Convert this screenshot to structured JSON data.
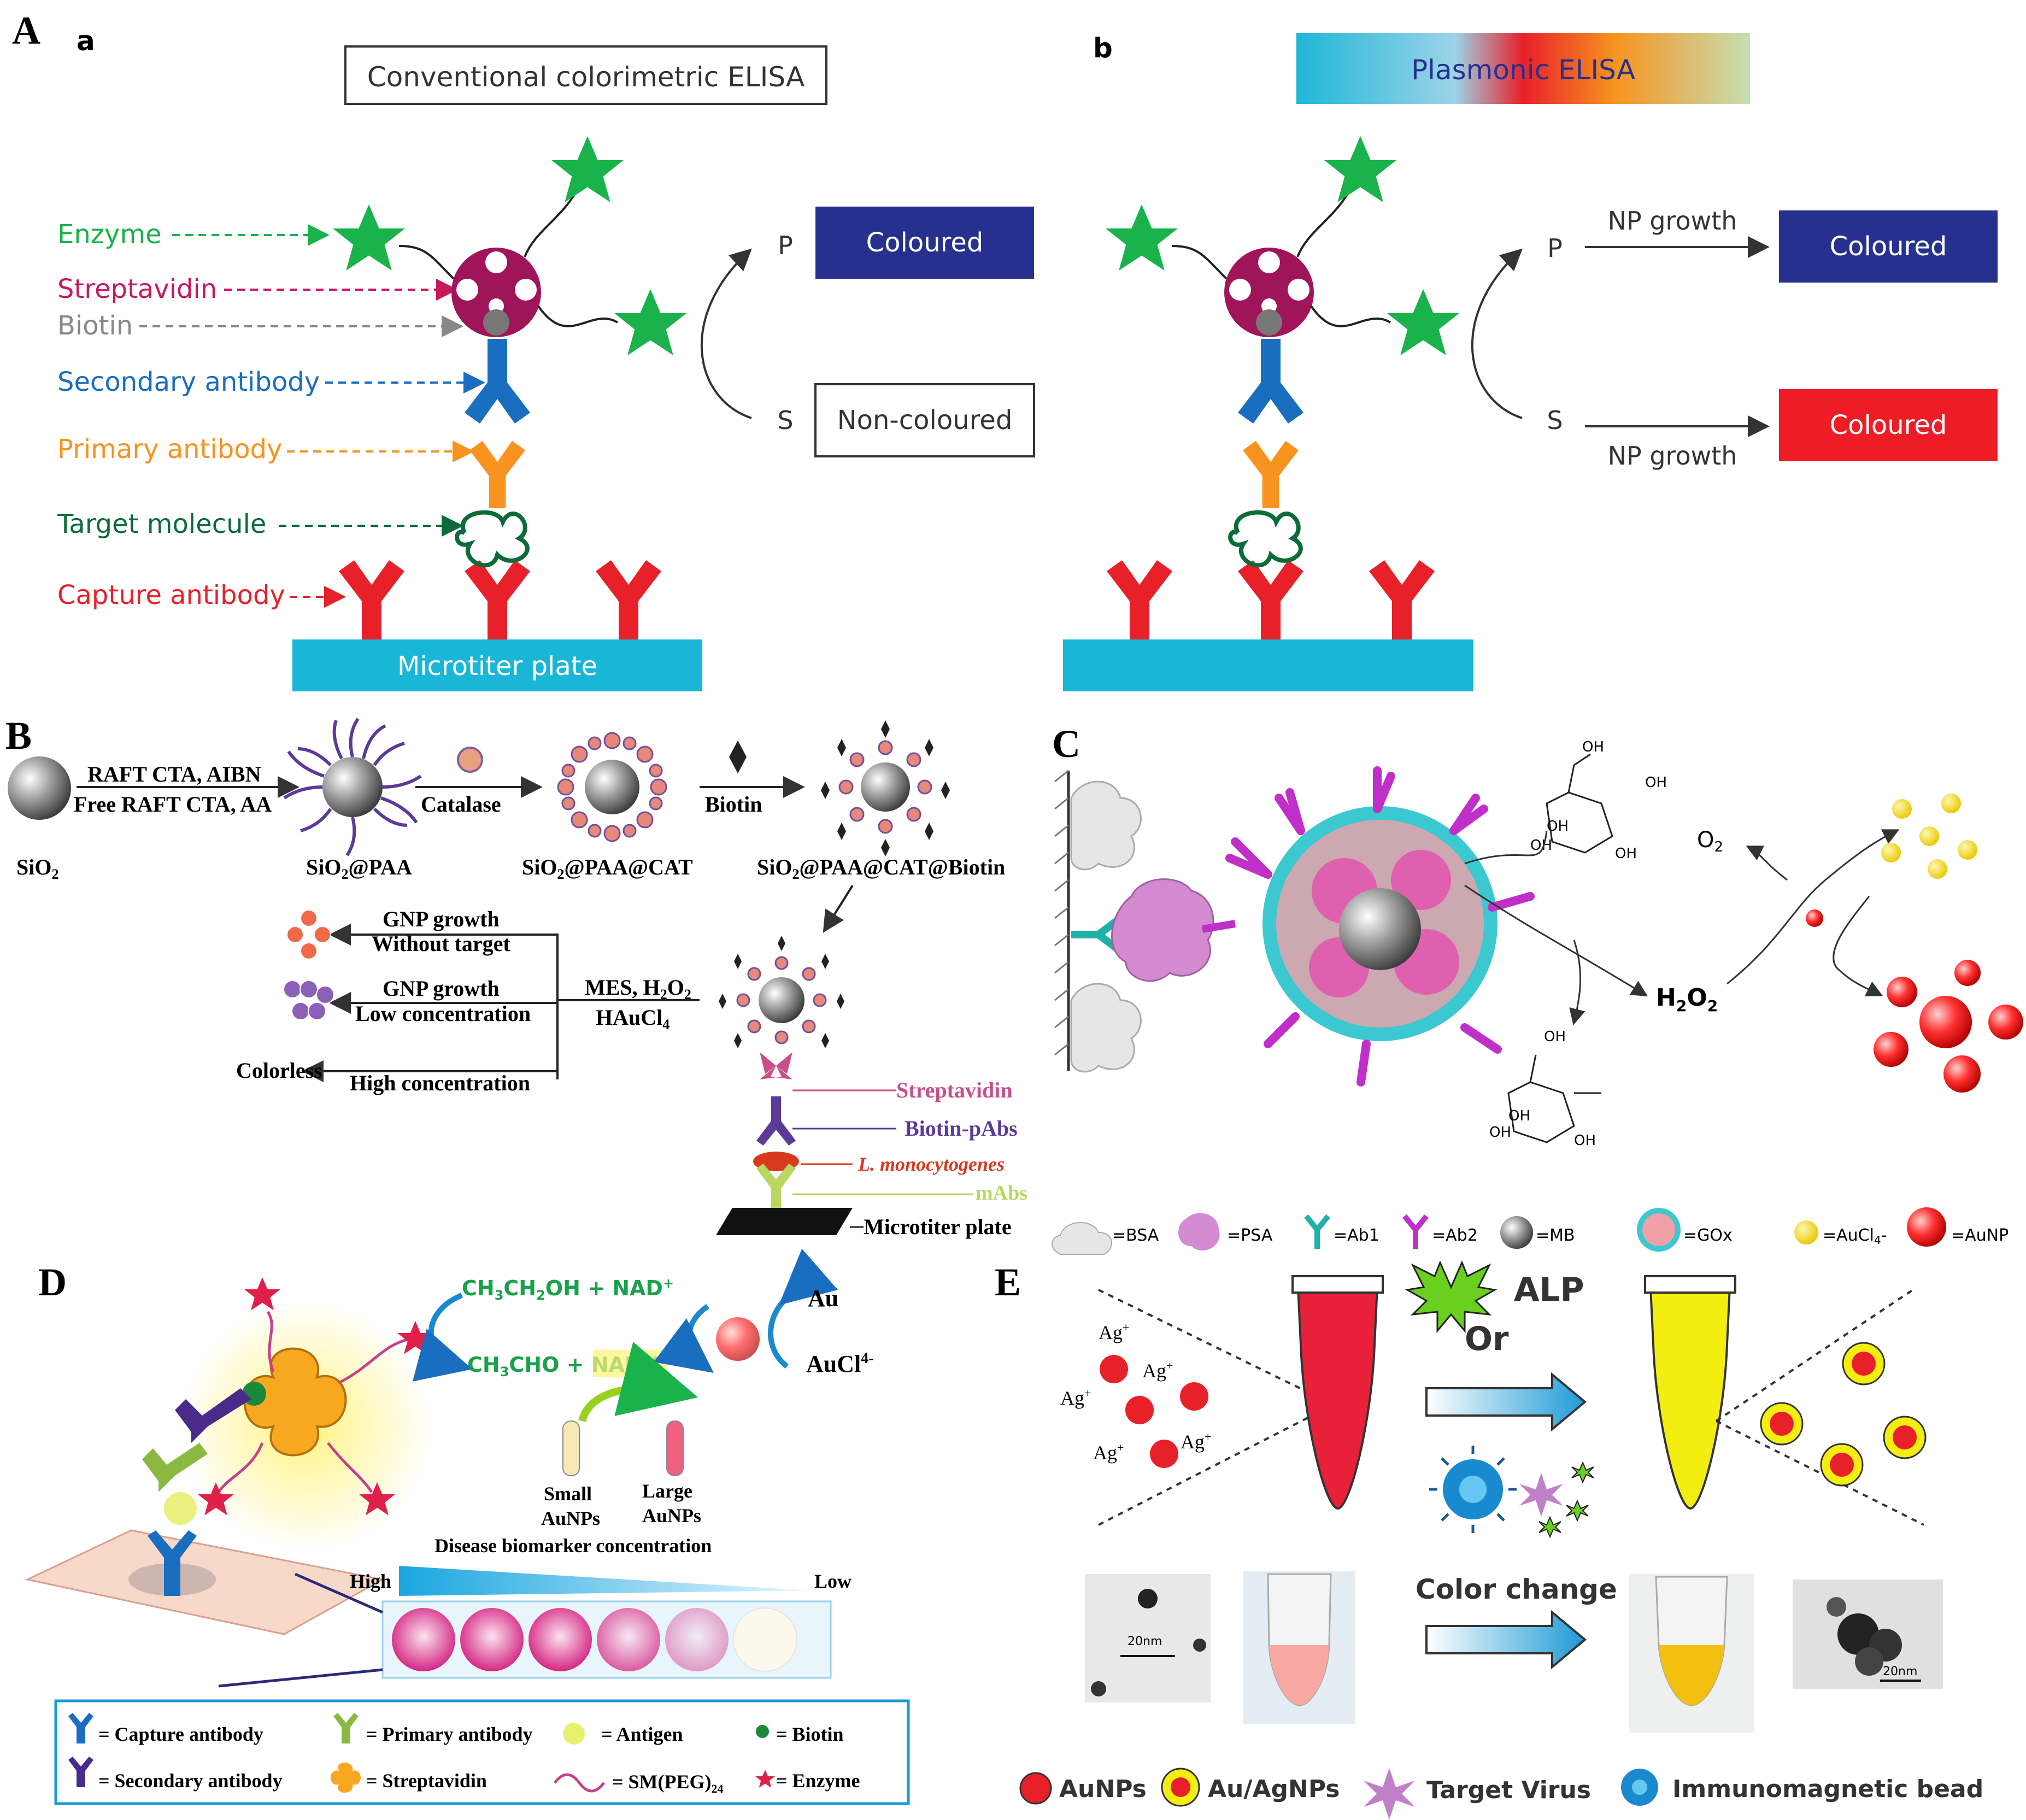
{
  "panel_letters": {
    "A": "A",
    "a": "a",
    "b": "b",
    "B": "B",
    "C": "C",
    "D": "D",
    "E": "E"
  },
  "panelA": {
    "title_a": "Conventional colorimetric ELISA",
    "title_b": "Plasmonic ELISA",
    "labels": {
      "enzyme": "Enzyme",
      "streptavidin": "Streptavidin",
      "biotin": "Biotin",
      "secondary": "Secondary antibody",
      "primary": "Primary antibody",
      "target": "Target molecule",
      "capture": "Capture antibody"
    },
    "plate": "Microtiter plate",
    "P": "P",
    "S": "S",
    "coloured": "Coloured",
    "noncoloured": "Non-coloured",
    "np_growth": "NP growth",
    "colors": {
      "enzyme": "#19b24b",
      "strep": "#a0145a",
      "secondary": "#1a6ec0",
      "primary": "#f7931e",
      "target": "#0d6b3a",
      "capture": "#e8202a",
      "plate": "#19b6d8",
      "blue": "#26318f",
      "red": "#ee1c25",
      "biotin": "#888888"
    }
  },
  "panelB": {
    "sio2": "SiO",
    "raft1": "RAFT CTA, AIBN",
    "raft2": "Free RAFT CTA, AA",
    "catalase": "Catalase",
    "biotin": "Biotin",
    "sio2paa": "SiO",
    "sio2paacat": "SiO",
    "sio2paacatb": "SiO",
    "g1a": "GNP growth",
    "g1b": "Without target",
    "g2a": "GNP growth",
    "g2b": "Low concentration",
    "colorless": "Colorless",
    "high": "High concentration",
    "mes": "MES, H",
    "hau": "HAuCl",
    "strep": "Streptavidin",
    "bpabs": "Biotin-pAbs",
    "lmono": "L. monocytogenes",
    "mabs": "mAbs",
    "plate": "Microtiter plate"
  },
  "panelC": {
    "o2": "O",
    "h2o2": "H",
    "oh": "OH",
    "legend": [
      "=BSA",
      "=PSA",
      "=Ab1",
      "=Ab2",
      "=MB",
      "=GOx",
      "=AuCl",
      "=AuNP"
    ]
  },
  "panelD": {
    "eq1": "CH",
    "eq2": "CH",
    "au": "Au",
    "aucl": "AuCl",
    "small1": "Small",
    "small2": "AuNPs",
    "large1": "Large",
    "large2": "AuNPs",
    "disease": "Disease biomarker concentration",
    "high": "High",
    "low": "Low",
    "legend": [
      "= Capture antibody",
      "= Primary antibody",
      "= Antigen",
      "= Biotin",
      "= Secondary antibody",
      "= Streptavidin",
      "= SM(PEG)",
      "= Enzyme"
    ]
  },
  "panelE": {
    "ag": "Ag",
    "alp": "ALP",
    "or": "Or",
    "color_change": "Color change",
    "scale": "20nm",
    "legend": [
      "AuNPs",
      "Au/AgNPs",
      "Target Virus",
      "Immunomagnetic bead"
    ]
  }
}
